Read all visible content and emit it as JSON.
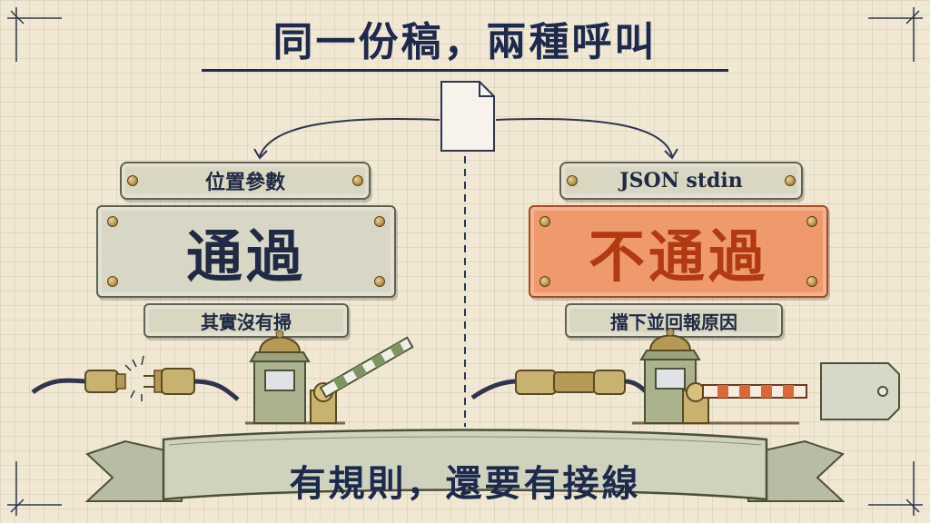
{
  "title": "同一份稿，兩種呼叫",
  "left": {
    "method_label": "位置參數",
    "result": "通過",
    "note": "其實沒有掃"
  },
  "right": {
    "method_label": "JSON stdin",
    "result": "不通過",
    "note": "擋下並回報原因"
  },
  "banner": "有規則，還要有接線",
  "colors": {
    "ink": "#1c2a4d",
    "pass_plaque": "#d8d6c4",
    "fail_plaque": "#ee9a6c",
    "fail_text": "#b13a12"
  }
}
